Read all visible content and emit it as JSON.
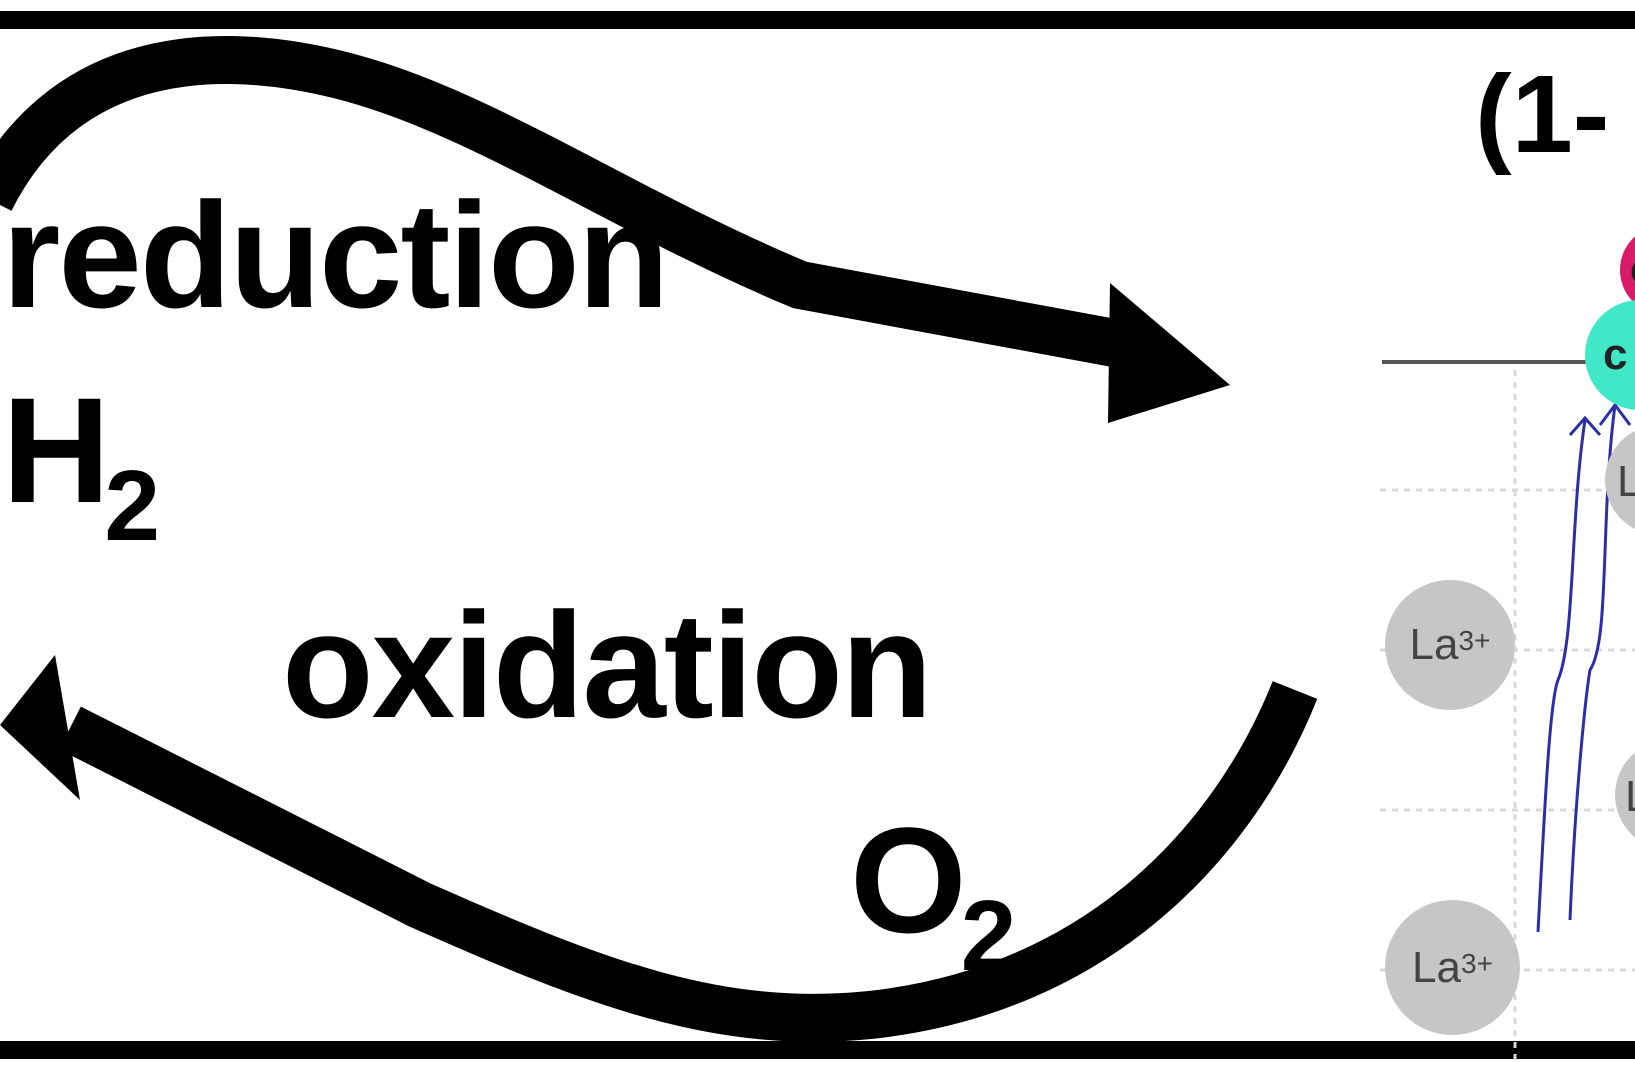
{
  "labels": {
    "reduction": "reduction",
    "h2_main": "H",
    "h2_sub": "2",
    "oxidation": "oxidation",
    "o2_main": "O",
    "o2_sub": "2",
    "formula_fragment": "(1-",
    "cyan_atom": "c",
    "magenta_atom": "c",
    "ion_main": "La",
    "ion_charge": "3+",
    "partial_ion": "L"
  },
  "colors": {
    "frame": "#000000",
    "arrows": "#000000",
    "ion_fill": "#c6c6c6",
    "cyan_atom": "#40e8c8",
    "magenta_atom": "#d81a68",
    "blue_paths": "#2a2fa8",
    "grid": "#d8d8d8"
  }
}
